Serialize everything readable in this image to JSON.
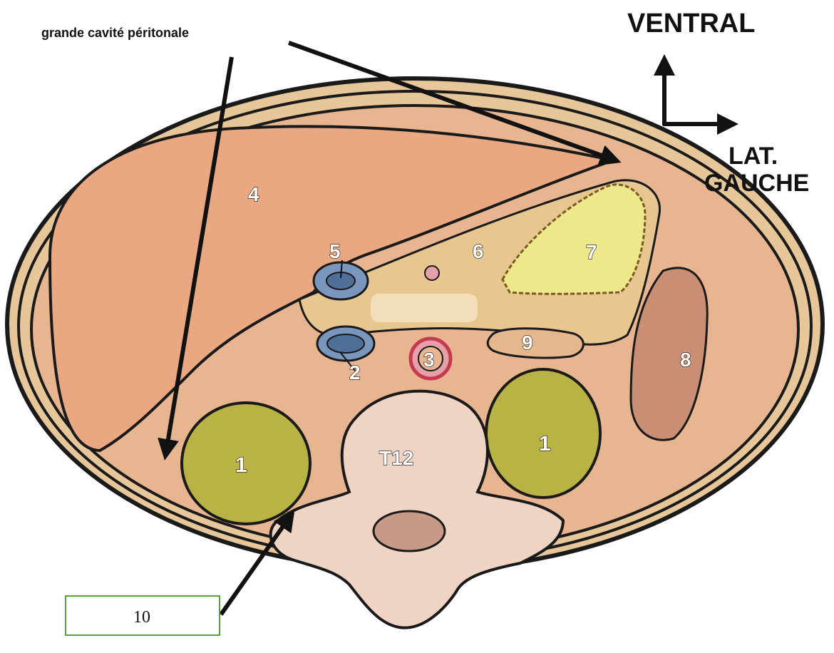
{
  "title": "grande cavité péritonale",
  "orientation": {
    "up": "VENTRAL",
    "right_line1": "LAT.",
    "right_line2": "GAUCHE"
  },
  "labels": {
    "n1": "1",
    "n2": "2",
    "n3": "3",
    "n4": "4",
    "n5": "5",
    "n6": "6",
    "n7": "7",
    "n8": "8",
    "n9": "9",
    "vertebra": "T12",
    "box": "10"
  },
  "colors": {
    "outline": "#1a1a1a",
    "body_wall": "#e7c79a",
    "liver": "#e9a882",
    "peritoneum": "#e8c690",
    "kidney": "#b9b244",
    "spleen": "#c98e74",
    "stomach": "#ede98a",
    "bone": "#efd3c3",
    "vessel_blue": "#4f6f99",
    "aorta": "#c63a4f",
    "box_border": "#5aa33c"
  }
}
